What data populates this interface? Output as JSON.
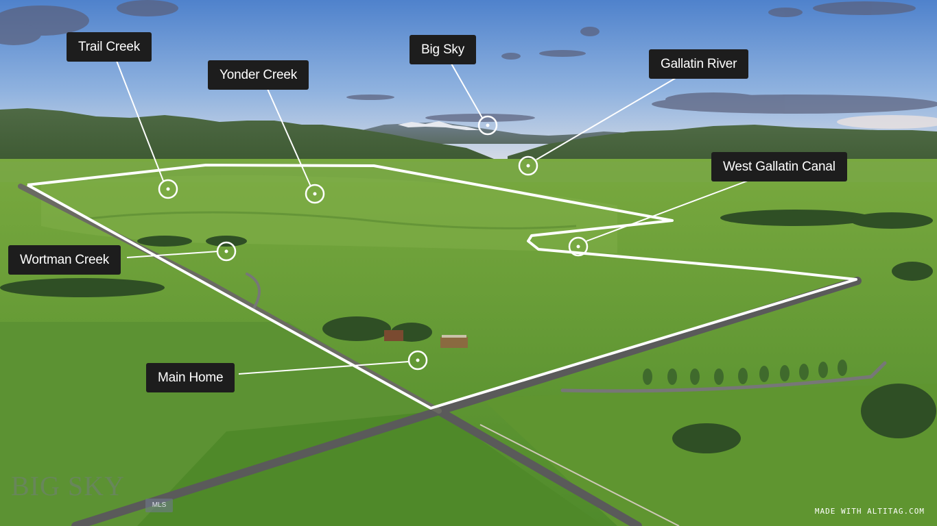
{
  "labels": {
    "trail_creek": "Trail Creek",
    "yonder_creek": "Yonder Creek",
    "big_sky": "Big Sky",
    "gallatin_river": "Gallatin River",
    "west_gallatin_canal": "West Gallatin Canal",
    "wortman_creek": "Wortman Creek",
    "main_home": "Main Home"
  },
  "watermark": {
    "logo_text": "BIG SKY",
    "mls": "MLS"
  },
  "credit": "MADE WITH ALTITAG.COM",
  "colors": {
    "label_background": "#1d1d1d",
    "label_text": "#ffffff",
    "boundary_line": "#ffffff",
    "pasture_green": "#6a9a3a",
    "sky_blue": "#6f9cd6"
  }
}
